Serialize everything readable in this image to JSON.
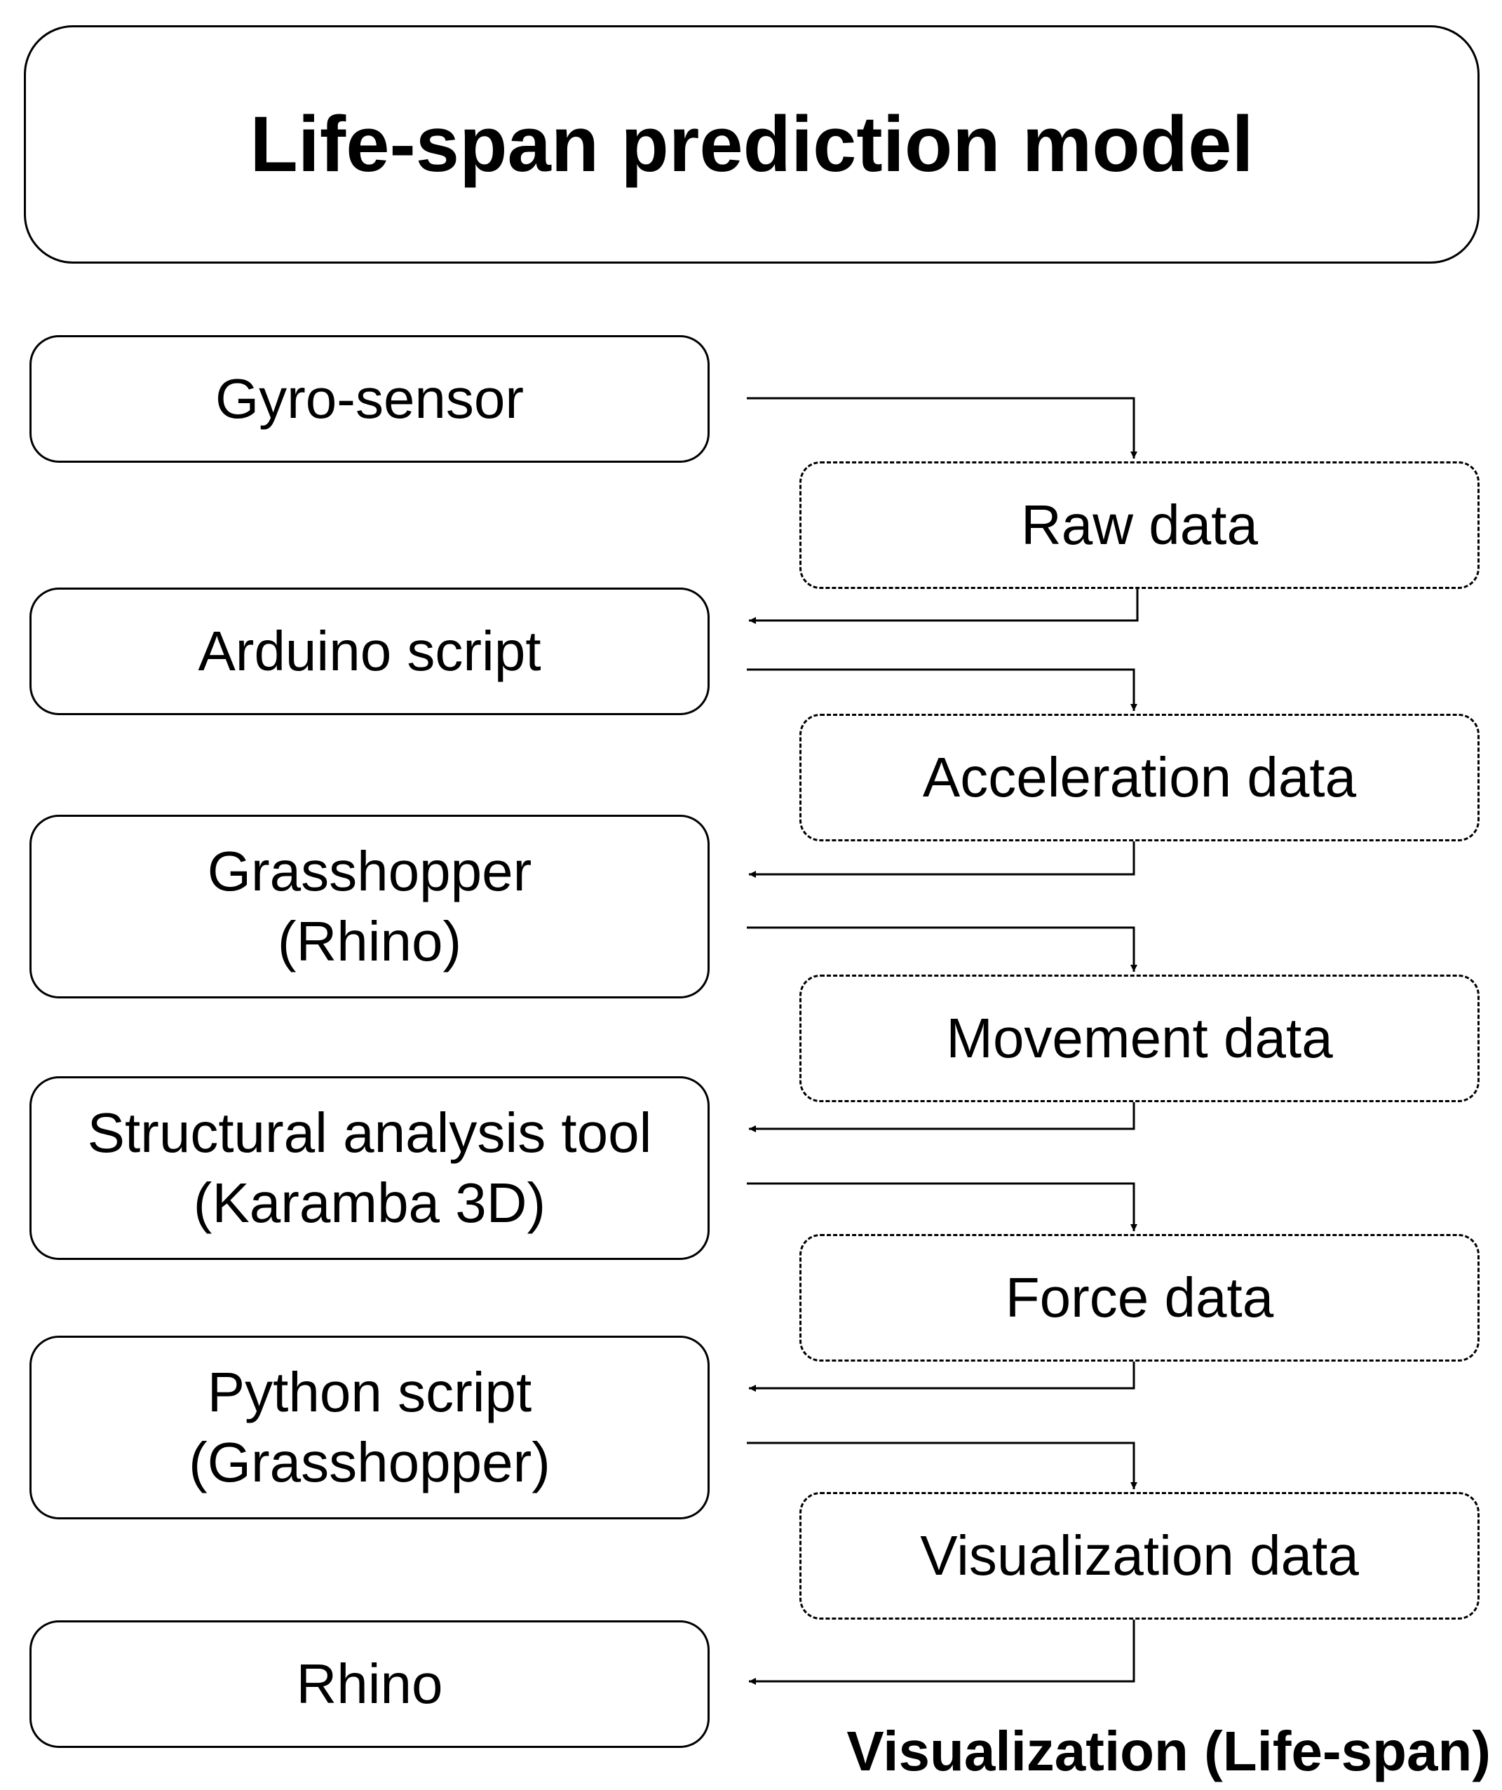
{
  "title": "Life-span prediction model",
  "process_steps": [
    {
      "lines": [
        "Gyro-sensor"
      ]
    },
    {
      "lines": [
        "Arduino script"
      ]
    },
    {
      "lines": [
        "Grasshopper",
        "(Rhino)"
      ]
    },
    {
      "lines": [
        "Structural analysis tool",
        "(Karamba 3D)"
      ]
    },
    {
      "lines": [
        "Python script",
        "(Grasshopper)"
      ]
    },
    {
      "lines": [
        "Rhino"
      ]
    }
  ],
  "data_steps": [
    {
      "label": "Raw data"
    },
    {
      "label": "Acceleration data"
    },
    {
      "label": "Movement data"
    },
    {
      "label": "Force data"
    },
    {
      "label": "Visualization data"
    }
  ],
  "footer": "Visualization (Life-span)"
}
